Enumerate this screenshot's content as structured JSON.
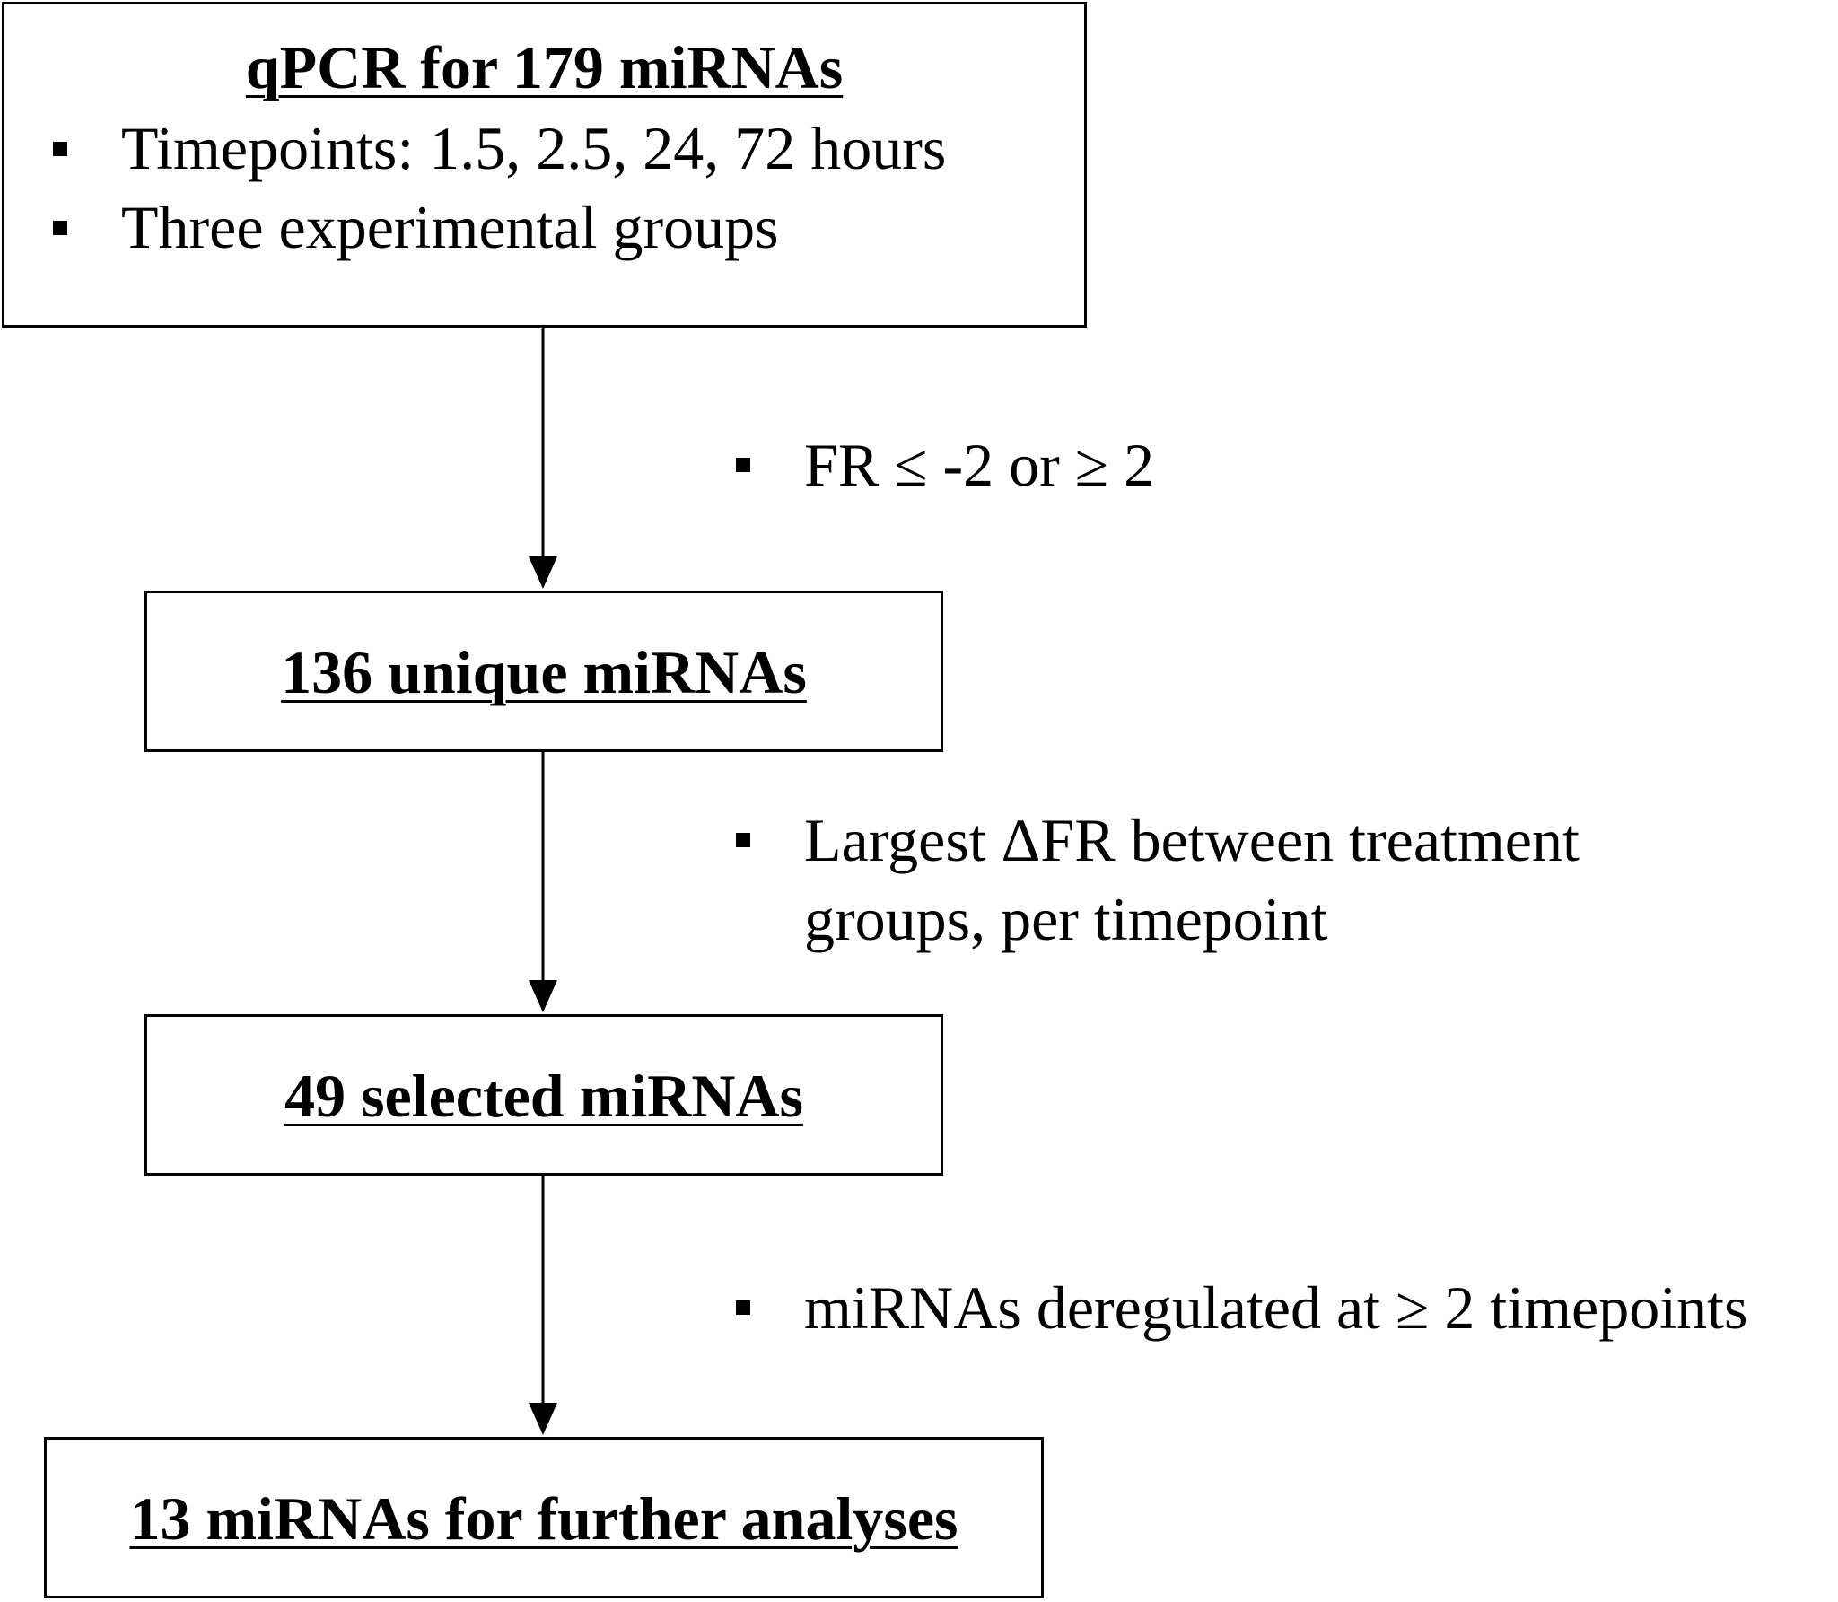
{
  "steps": [
    {
      "title": "qPCR for 179 miRNAs",
      "bullets": [
        "Timepoints: 1.5, 2.5, 24, 72 hours",
        "Three experimental groups"
      ]
    },
    {
      "title": "136 unique miRNAs"
    },
    {
      "title": "49 selected miRNAs"
    },
    {
      "title": "13 miRNAs for further analyses"
    }
  ],
  "criteria": [
    {
      "lines": [
        "FR ≤ -2 or ≥ 2"
      ]
    },
    {
      "lines": [
        "Largest ΔFR between treatment",
        "groups, per timepoint"
      ]
    },
    {
      "lines": [
        "miRNAs deregulated at ≥ 2 timepoints"
      ]
    }
  ]
}
